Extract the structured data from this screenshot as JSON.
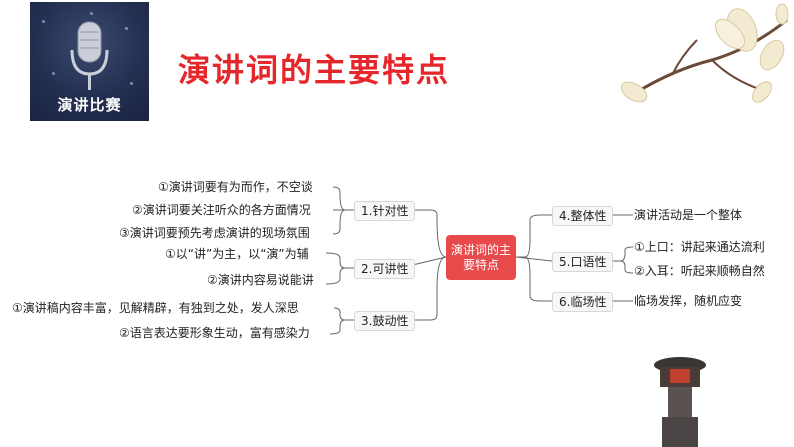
{
  "logo": {
    "text": "演讲比赛"
  },
  "title": "演讲词的主要特点",
  "mindmap": {
    "center": "演讲词的主要特点",
    "left_branches": [
      {
        "label": "1.针对性",
        "items": [
          "①演讲词要有为而作，不空谈",
          "②演讲词要关注听众的各方面情况",
          "③演讲词要预先考虑演讲的现场氛围"
        ]
      },
      {
        "label": "2.可讲性",
        "items": [
          "①以“讲”为主，以“演”为辅",
          "②演讲内容易说能讲"
        ]
      },
      {
        "label": "3.鼓动性",
        "items": [
          "①演讲稿内容丰富，见解精辟，有独到之处，发人深思",
          "②语言表达要形象生动，富有感染力"
        ]
      }
    ],
    "right_branches": [
      {
        "label": "4.整体性",
        "items": [
          "演讲活动是一个整体"
        ]
      },
      {
        "label": "5.口语性",
        "items": [
          "①上口：讲起来通达流利",
          "②入耳：听起来顺畅自然"
        ]
      },
      {
        "label": "6.临场性",
        "items": [
          "临场发挥，随机应变"
        ]
      }
    ]
  },
  "colors": {
    "accent": "#e5262b",
    "center_fill": "#e84a4c",
    "line": "#666666"
  }
}
